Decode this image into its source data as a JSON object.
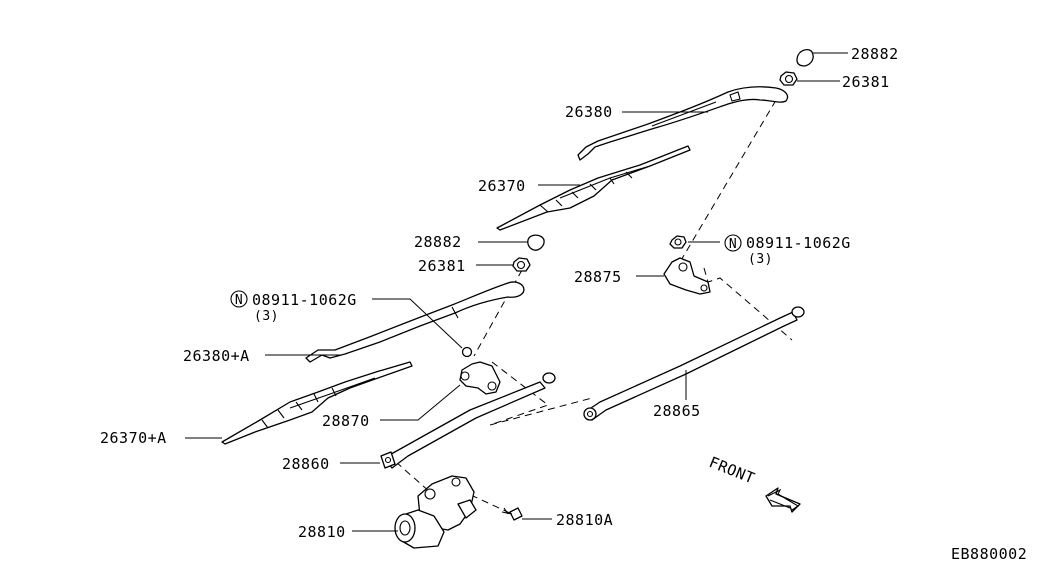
{
  "labels": {
    "cap_top": "28882",
    "nut_top": "26381",
    "arm_rh": "26380",
    "blade_rh": "26370",
    "cap_lh": "28882",
    "nut_lh": "26381",
    "nut_code_lh": "08911-1062G",
    "nut_qty_lh": "(3)",
    "arm_lh": "26380+A",
    "blade_lh": "26370+A",
    "pivot_lh": "28870",
    "link_lh": "28860",
    "motor": "28810",
    "bolt": "28810A",
    "nut_code_rh": "08911-1062G",
    "nut_qty_rh": "(3)",
    "pivot_rh": "28875",
    "link_rh": "28865",
    "n_symbol": "N",
    "front": "FRONT",
    "code": "EB880002"
  }
}
